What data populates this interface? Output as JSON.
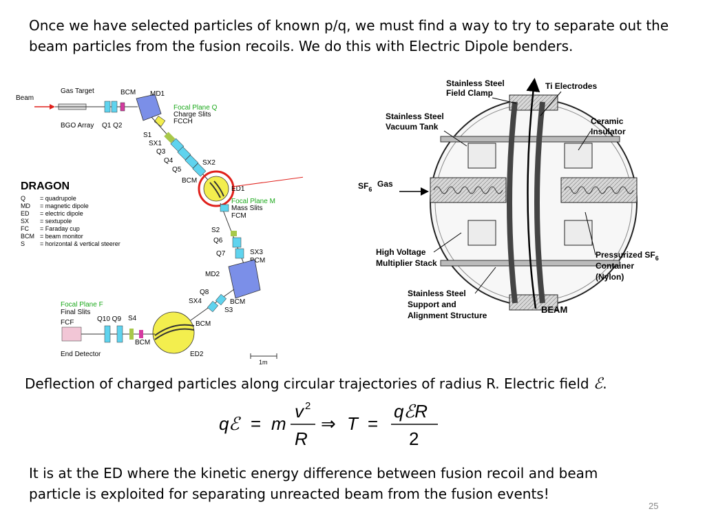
{
  "slide": {
    "intro": "Once we have selected particles of known p/q, we must find a way to try to separate out the beam particles from the fusion recoils.  We do this with Electric Dipole benders.",
    "caption_prefix": "Deflection of charged particles along circular trajectories of radius R.  Electric field ",
    "caption_symbol": "ℰ",
    "caption_suffix": ".",
    "equation": {
      "lhs_q": "q",
      "lhs_E": "ℰ",
      "eq1": "=",
      "m": "m",
      "num_v": "v",
      "num_exp": "2",
      "den_R": "R",
      "implies": "⇒",
      "T": "T",
      "eq2": "=",
      "num2": "qℰR",
      "den2": "2"
    },
    "conclusion": "It is at the ED where the kinetic energy difference between fusion recoil and beam particle is exploited for separating unreacted beam from the fusion events!",
    "page_number": "25"
  },
  "dragon": {
    "title": "DRAGON",
    "beam": "Beam",
    "gas_target": "Gas Target",
    "bgo_array": "BGO Array",
    "bcm": "BCM",
    "md1": "MD1",
    "q1q2": "Q1 Q2",
    "focal_plane_q": "Focal Plane Q",
    "charge_slits": "Charge Slits",
    "fcch": "FCCH",
    "s1": "S1",
    "sx1": "SX1",
    "q3": "Q3",
    "q4": "Q4",
    "q5": "Q5",
    "sx2": "SX2",
    "bcm2": "BCM",
    "ed1": "ED1",
    "focal_plane_m": "Focal Plane M",
    "mass_slits": "Mass Slits",
    "fcm": "FCM",
    "s2": "S2",
    "q6": "Q6",
    "q7": "Q7",
    "sx3": "SX3",
    "bcm3": "BCM",
    "md2": "MD2",
    "q8": "Q8",
    "sx4": "SX4",
    "bcm4": "BCM",
    "s3": "S3",
    "bcm5": "BCM",
    "focal_plane_f": "Focal Plane F",
    "final_slits": "Final  Slits",
    "fcf": "FCF",
    "q10q9": "Q10 Q9",
    "s4": "S4",
    "bcm6": "BCM",
    "end_detector": "End Detector",
    "ed2": "ED2",
    "scale": "1m",
    "legend": [
      {
        "key": "Q",
        "desc": "= quadrupole"
      },
      {
        "key": "MD",
        "desc": "= magnetic dipole"
      },
      {
        "key": "ED",
        "desc": "= electric dipole"
      },
      {
        "key": "SX",
        "desc": "= sextupole"
      },
      {
        "key": "FC",
        "desc": "= Faraday cup"
      },
      {
        "key": "BCM",
        "desc": "= beam monitor"
      },
      {
        "key": "S",
        "desc": "= horizontal & vertical  steerer"
      }
    ]
  },
  "cutaway": {
    "field_clamp_1": "Stainless Steel",
    "field_clamp_2": "Field Clamp",
    "ti_electrodes": "Ti Electrodes",
    "vacuum_tank_1": "Stainless Steel",
    "vacuum_tank_2": "Vacuum Tank",
    "ceramic_1": "Ceramic",
    "ceramic_2": "Insulator",
    "sf6": "SF",
    "sf6_sub": "6",
    "gas": "Gas",
    "hv_1": "High Voltage",
    "hv_2": "Multiplier Stack",
    "pressurized_1": "Pressurized SF",
    "pressurized_sub": "6",
    "pressurized_2": "Container",
    "pressurized_3": "(Nylon)",
    "support_1": "Stainless Steel",
    "support_2": "Support and",
    "support_3": "Alignment Structure",
    "beam": "BEAM"
  },
  "colors": {
    "red_marker": "#e0201b",
    "quad_cyan": "#5fd3ee",
    "dipole_blue": "#7b8fe8",
    "ed_yellow": "#f3ee4e",
    "focal_green": "#1aa81a",
    "steerer_green": "#a8c84a",
    "fc_pink": "#f2c6d6"
  }
}
